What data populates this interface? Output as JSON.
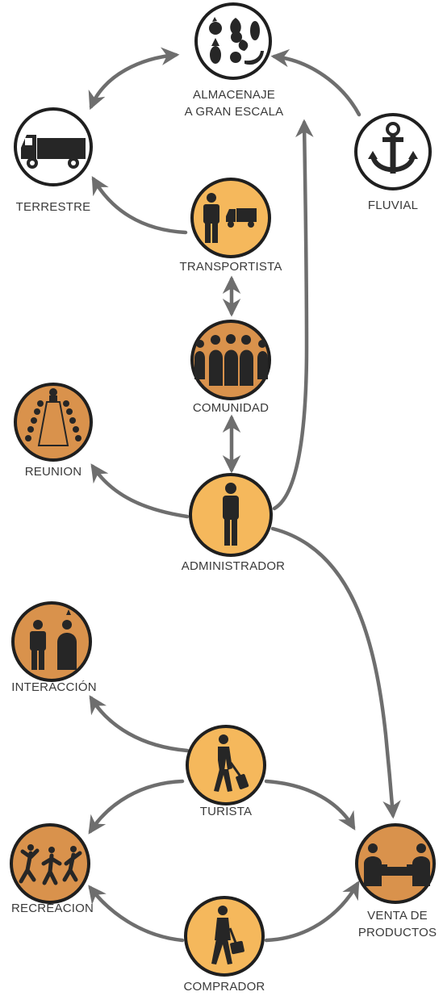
{
  "colors": {
    "light": "#f5b85c",
    "dark": "#d9924c",
    "white": "#ffffff",
    "stroke": "#1f1f1f",
    "arrow": "#6e6e6e",
    "label": "#3a3a3a"
  },
  "nodes": {
    "almacenaje": {
      "label_1": "ALMACENAJE",
      "label_2": "A GRAN ESCALA",
      "fill": "white",
      "icon": "produce-icon"
    },
    "terrestre": {
      "label": "TERRESTRE",
      "fill": "white",
      "icon": "truck-icon"
    },
    "fluvial": {
      "label": "FLUVIAL",
      "fill": "white",
      "icon": "anchor-icon"
    },
    "transportista": {
      "label": "TRANSPORTISTA",
      "fill": "light",
      "icon": "person-truck-icon"
    },
    "comunidad": {
      "label": "COMUNIDAD",
      "fill": "dark",
      "icon": "community-icon"
    },
    "reunion": {
      "label": "REUNION",
      "fill": "dark",
      "icon": "meeting-table-icon"
    },
    "administrador": {
      "label": "ADMINISTRADOR",
      "fill": "light",
      "icon": "person-icon"
    },
    "interaccion": {
      "label": "INTERACCIÓN",
      "fill": "dark",
      "icon": "two-people-icon"
    },
    "turista": {
      "label": "TURISTA",
      "fill": "light",
      "icon": "traveler-icon"
    },
    "recreacion": {
      "label": "RECREACION",
      "fill": "dark",
      "icon": "dancers-icon"
    },
    "venta": {
      "label_1": "VENTA DE",
      "label_2": "PRODUCTOS",
      "fill": "dark",
      "icon": "market-stall-icon"
    },
    "comprador": {
      "label": "COMPRADOR",
      "fill": "light",
      "icon": "shopper-icon"
    }
  },
  "connections": [
    {
      "from": "almacenaje",
      "to": "terrestre",
      "type": "bidirectional"
    },
    {
      "from": "fluvial",
      "to": "almacenaje",
      "type": "one-way"
    },
    {
      "from": "transportista",
      "to": "terrestre",
      "type": "one-way"
    },
    {
      "from": "transportista",
      "to": "comunidad",
      "type": "bidirectional"
    },
    {
      "from": "comunidad",
      "to": "administrador",
      "type": "bidirectional"
    },
    {
      "from": "administrador",
      "to": "reunion",
      "type": "one-way"
    },
    {
      "from": "administrador",
      "to": "almacenaje",
      "type": "one-way"
    },
    {
      "from": "administrador",
      "to": "venta",
      "type": "one-way"
    },
    {
      "from": "turista",
      "to": "interaccion",
      "type": "one-way"
    },
    {
      "from": "turista",
      "to": "recreacion",
      "type": "one-way"
    },
    {
      "from": "turista",
      "to": "venta",
      "type": "one-way"
    },
    {
      "from": "comprador",
      "to": "recreacion",
      "type": "one-way"
    },
    {
      "from": "comprador",
      "to": "venta",
      "type": "one-way"
    }
  ]
}
